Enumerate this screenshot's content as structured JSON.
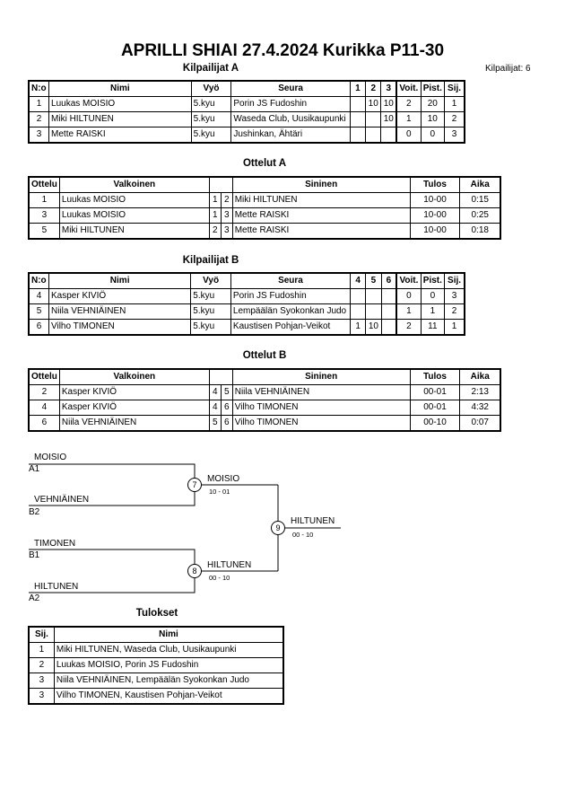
{
  "title": "APRILLI SHIAI  27.4.2024  Kurikka   P11-30",
  "competitors_count": "Kilpailijat: 6",
  "pool_a": {
    "heading": "Kilpailijat A",
    "headers": [
      "N:o",
      "Nimi",
      "Vyö",
      "Seura",
      "1",
      "2",
      "3",
      "Voit.",
      "Pist.",
      "Sij."
    ],
    "rows": [
      [
        "1",
        "Luukas MOISIO",
        "5.kyu",
        "Porin JS Fudoshin",
        "",
        "10",
        "10",
        "2",
        "20",
        "1"
      ],
      [
        "2",
        "Miki HILTUNEN",
        "5.kyu",
        "Waseda Club, Uusikaupunki",
        "",
        "",
        "10",
        "1",
        "10",
        "2"
      ],
      [
        "3",
        "Mette RAISKI",
        "5.kyu",
        "Jushinkan, Ähtäri",
        "",
        "",
        "",
        "0",
        "0",
        "3"
      ]
    ]
  },
  "matches_a": {
    "heading": "Ottelut A",
    "headers": [
      "Ottelu",
      "Valkoinen",
      "Sininen",
      "Tulos",
      "Aika"
    ],
    "rows": [
      [
        "1",
        "Luukas MOISIO",
        "1",
        "2",
        "Miki HILTUNEN",
        "10-00",
        "0:15"
      ],
      [
        "3",
        "Luukas MOISIO",
        "1",
        "3",
        "Mette RAISKI",
        "10-00",
        "0:25"
      ],
      [
        "5",
        "Miki HILTUNEN",
        "2",
        "3",
        "Mette RAISKI",
        "10-00",
        "0:18"
      ]
    ]
  },
  "pool_b": {
    "heading": "Kilpailijat B",
    "headers": [
      "N:o",
      "Nimi",
      "Vyö",
      "Seura",
      "4",
      "5",
      "6",
      "Voit.",
      "Pist.",
      "Sij."
    ],
    "rows": [
      [
        "4",
        "Kasper KIVIÖ",
        "5.kyu",
        "Porin JS Fudoshin",
        "",
        "",
        "",
        "0",
        "0",
        "3"
      ],
      [
        "5",
        "Niila VEHNIÄINEN",
        "5.kyu",
        "Lempäälän Syokonkan Judo",
        "",
        "",
        "",
        "1",
        "1",
        "2"
      ],
      [
        "6",
        "Vilho TIMONEN",
        "5.kyu",
        "Kaustisen Pohjan-Veikot",
        "1",
        "10",
        "",
        "2",
        "11",
        "1"
      ]
    ]
  },
  "matches_b": {
    "heading": "Ottelut B",
    "headers": [
      "Ottelu",
      "Valkoinen",
      "Sininen",
      "Tulos",
      "Aika"
    ],
    "rows": [
      [
        "2",
        "Kasper KIVIÖ",
        "4",
        "5",
        "Niila VEHNIÄINEN",
        "00-01",
        "2:13"
      ],
      [
        "4",
        "Kasper KIVIÖ",
        "4",
        "6",
        "Vilho TIMONEN",
        "00-01",
        "4:32"
      ],
      [
        "6",
        "Niila VEHNIÄINEN",
        "5",
        "6",
        "Vilho TIMONEN",
        "00-10",
        "0:07"
      ]
    ]
  },
  "bracket": {
    "e1_name": "MOISIO",
    "e1_seed": "A1",
    "e2_name": "VEHNIÄINEN",
    "e2_seed": "B2",
    "e3_name": "TIMONEN",
    "e3_seed": "B1",
    "e4_name": "HILTUNEN",
    "e4_seed": "A2",
    "m7": "7",
    "m7_winner": "MOISIO",
    "m7_score": "10 - 01",
    "m8": "8",
    "m8_winner": "HILTUNEN",
    "m8_score": "00 - 10",
    "m9": "9",
    "m9_winner": "HILTUNEN",
    "m9_score": "00 - 10"
  },
  "results": {
    "heading": "Tulokset",
    "headers": [
      "Sij.",
      "Nimi"
    ],
    "rows": [
      [
        "1",
        "Miki HILTUNEN, Waseda Club, Uusikaupunki"
      ],
      [
        "2",
        "Luukas MOISIO, Porin JS Fudoshin"
      ],
      [
        "3",
        "Niila VEHNIÄINEN, Lempäälän Syokonkan Judo"
      ],
      [
        "3",
        "Vilho TIMONEN, Kaustisen Pohjan-Veikot"
      ]
    ]
  }
}
